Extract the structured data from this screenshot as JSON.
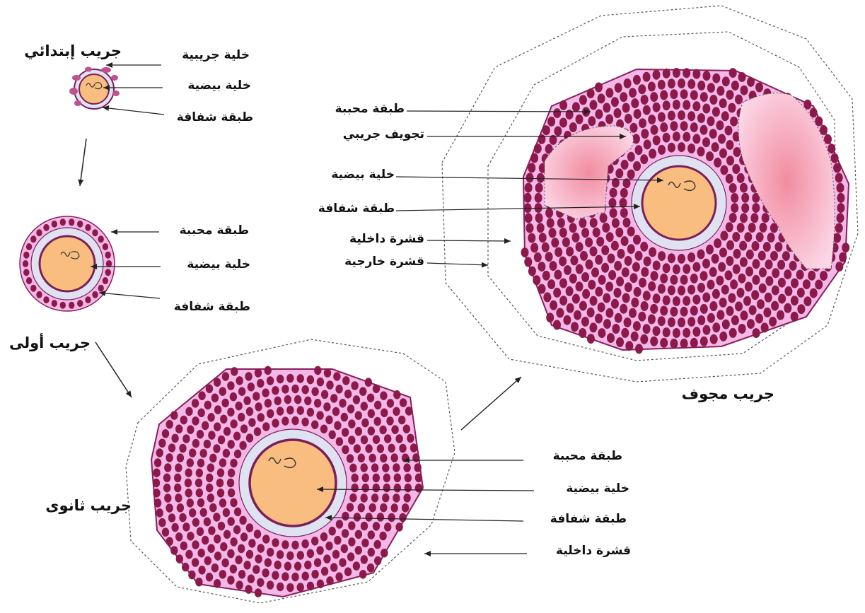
{
  "colors": {
    "granulosa_fill": "#f3b8e8",
    "granulosa_outline": "#8a1e5c",
    "follicle_cell": "#8b1a4a",
    "zona_fill": "#dfe2f0",
    "oocyte_fill": "#f9bd7f",
    "oocyte_outline": "#7a1f5a",
    "antrum": "#f28ca0",
    "theca_line": "#444444",
    "arrow": "#222222"
  },
  "stages": {
    "primordial": {
      "title": "جريب إبتدائي",
      "labels": [
        "خلية جريبية",
        "خلية بيضية",
        "طبقة شفافة"
      ]
    },
    "primary": {
      "title": "جريب أولى",
      "labels": [
        "طبقة محببة",
        "خلية بيضية",
        "طبقة شفافة"
      ]
    },
    "secondary": {
      "title": "جريب ثانوى",
      "labels": [
        "طبقة محببة",
        "خلية بيضية",
        "طبقة شفافة",
        "قشرة داخلية"
      ]
    },
    "antral": {
      "title": "جريب مجوف",
      "labels": [
        "طبقة محببة",
        "تجويف جريبي",
        "خلية بيضية",
        "طبقة شفافة",
        "قشرة داخلية",
        "قشرة خارجية"
      ]
    }
  }
}
